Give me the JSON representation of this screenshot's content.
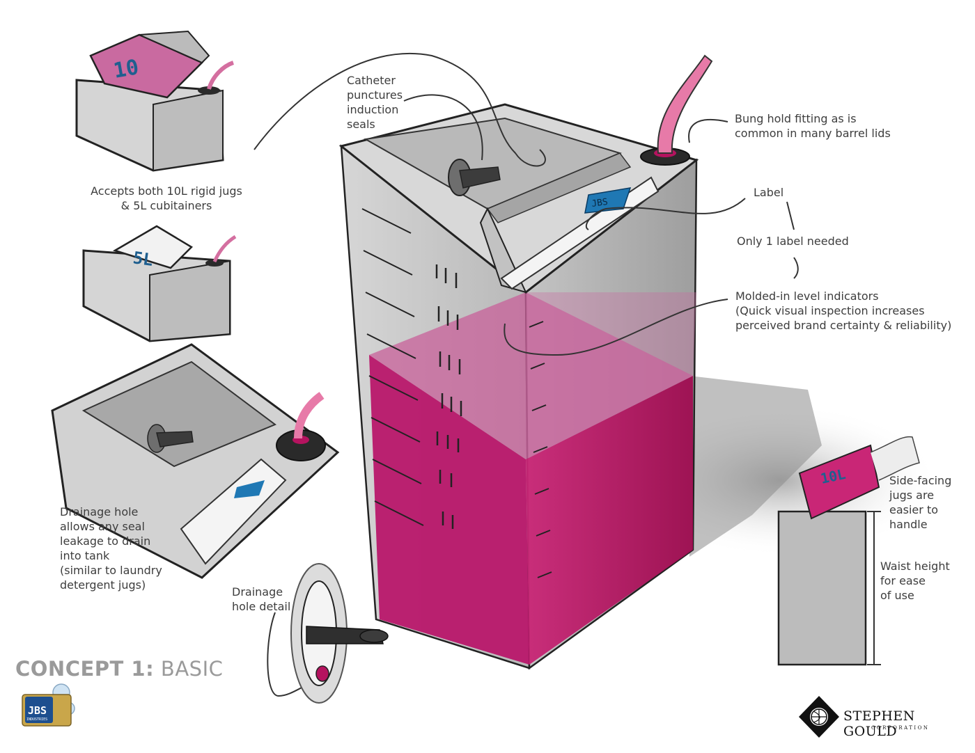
{
  "annotations": {
    "accepts": "Accepts both 10L rigid jugs\n& 5L cubitainers",
    "catheter": "Catheter\npunctures\ninduction\nseals",
    "bung": "Bung hold fitting as is\ncommon in many barrel lids",
    "label": "Label",
    "one_label": "Only 1 label needed",
    "molded": "Molded-in level indicators\n(Quick visual inspection increases\nperceived brand certainty & reliability)",
    "drainage": "Drainage hole\nallows any seal\nleakage to drain\ninto tank\n(similar to laundry\ndetergent jugs)",
    "drainage_detail": "Drainage\nhole detail",
    "side_facing": "Side-facing\njugs are\neasier to\nhandle",
    "waist": "Waist height\nfor ease\nof use"
  },
  "title": {
    "bold": "CONCEPT 1:",
    "rest": " BASIC"
  },
  "jug_labels": {
    "ten": "10",
    "five": "5L",
    "ten_side": "10L",
    "brand": "JBS"
  },
  "logos": {
    "stephen_gould": {
      "name": "STEPHEN GOULD",
      "sub": "CORPORATION"
    },
    "jbs": {
      "name": "JBS",
      "sub": "INDUSTRIES"
    }
  },
  "colors": {
    "liquid": "#b5135f",
    "liquid_light": "#d46fa0",
    "body_grey": "#c8c8c8",
    "screen_blue": "#1f78b4",
    "title_grey": "#9a9a9a"
  }
}
